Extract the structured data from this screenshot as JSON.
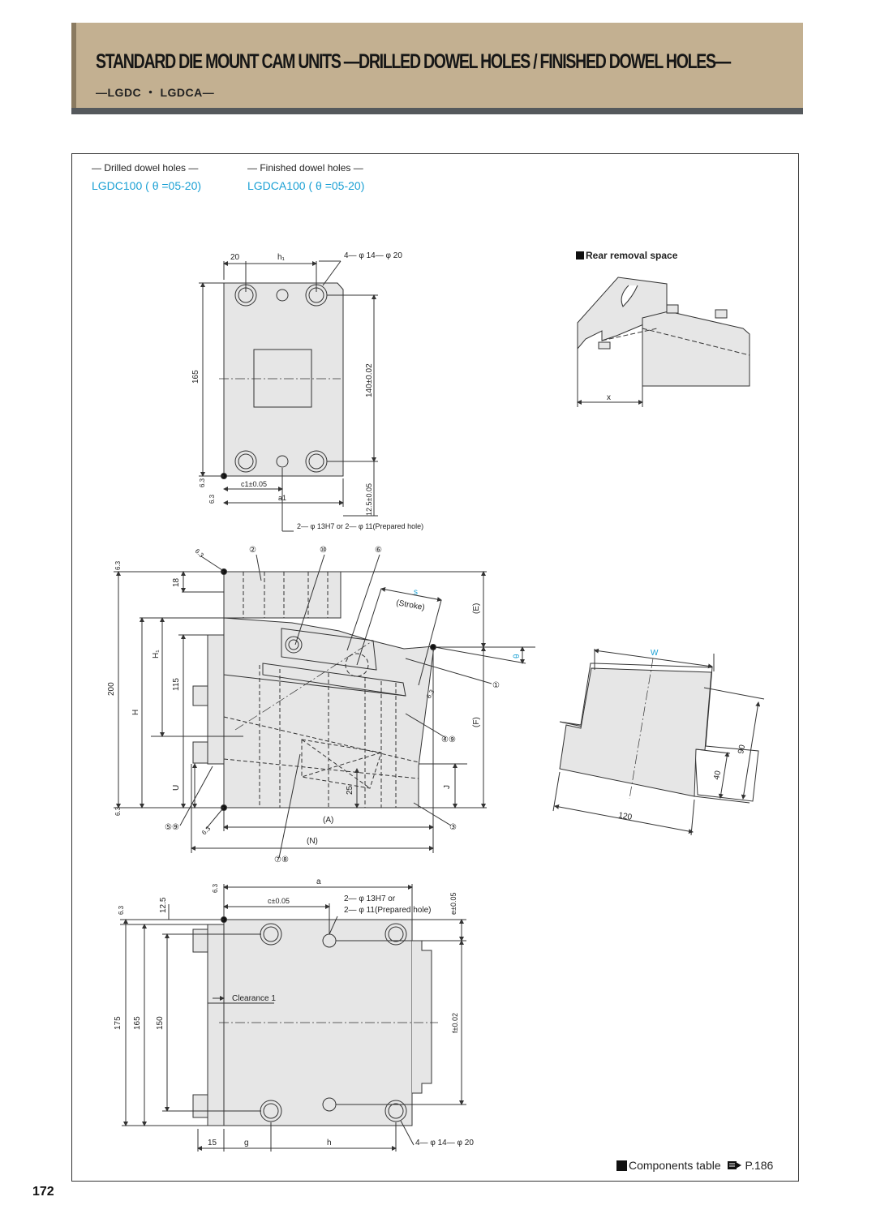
{
  "header": {
    "title": "STANDARD DIE MOUNT CAM UNITS —DRILLED DOWEL HOLES / FINISHED DOWEL HOLES—",
    "subtitle": "—LGDC ・ LGDCA—"
  },
  "variants": [
    {
      "heading": "— Drilled dowel holes —",
      "model": "LGDC100 ( θ =05-20)"
    },
    {
      "heading": "— Finished dowel holes —",
      "model": "LGDCA100 ( θ =05-20)"
    }
  ],
  "rear_removal": {
    "label": "Rear removal space",
    "dim_x": "x"
  },
  "top_view": {
    "dim_20": "20",
    "dim_h1": "h₁",
    "holes_callout": "4— φ 14— φ 20",
    "dim_165": "165",
    "dim_140": "140±0.02",
    "dim_c1": "c1±0.05",
    "dim_a1": "a1",
    "dim_12_5": "12.5±0.05",
    "dowel_callout": "2— φ 13H7 or 2— φ 11(Prepared hole)",
    "surface": "6.3"
  },
  "side_view": {
    "dim_18": "18",
    "dim_H1": "H₁",
    "dim_200": "200",
    "dim_H": "H",
    "dim_115": "115",
    "dim_U": "U",
    "dim_25": "25",
    "dim_J": "J",
    "dim_E": "(E)",
    "dim_F": "(F)",
    "dim_A": "(A)",
    "dim_N": "(N)",
    "stroke_s": "s",
    "stroke": "(Stroke)",
    "theta": "θ",
    "parts": [
      "①",
      "②",
      "⑥",
      "⑩",
      "④⑨",
      "⑤⑨",
      "⑦⑧",
      "③"
    ],
    "surface": "6.3"
  },
  "end_view": {
    "dim_W": "W",
    "dim_90": "90",
    "dim_40": "40",
    "dim_120": "120"
  },
  "bottom_view": {
    "dim_a": "a",
    "dim_c": "c±0.05",
    "dim_12_5": "12.5",
    "dim_e": "e±0.05",
    "dowel_callout_1": "2— φ 13H7 or",
    "dowel_callout_2": "2— φ 11(Prepared hole)",
    "clearance": "Clearance 1",
    "dim_175": "175",
    "dim_165": "165",
    "dim_150": "150",
    "dim_f": "f±0.02",
    "dim_15": "15",
    "dim_g": "g",
    "dim_h": "h",
    "holes_callout": "4— φ 14— φ 20",
    "surface": "6.3"
  },
  "footer": {
    "components_label": "Components table",
    "components_ref": "P.186",
    "page_number": "172"
  },
  "colors": {
    "header_band": "#c3b091",
    "accent": "#1aa0d4",
    "part_fill": "#e6e6e6"
  }
}
